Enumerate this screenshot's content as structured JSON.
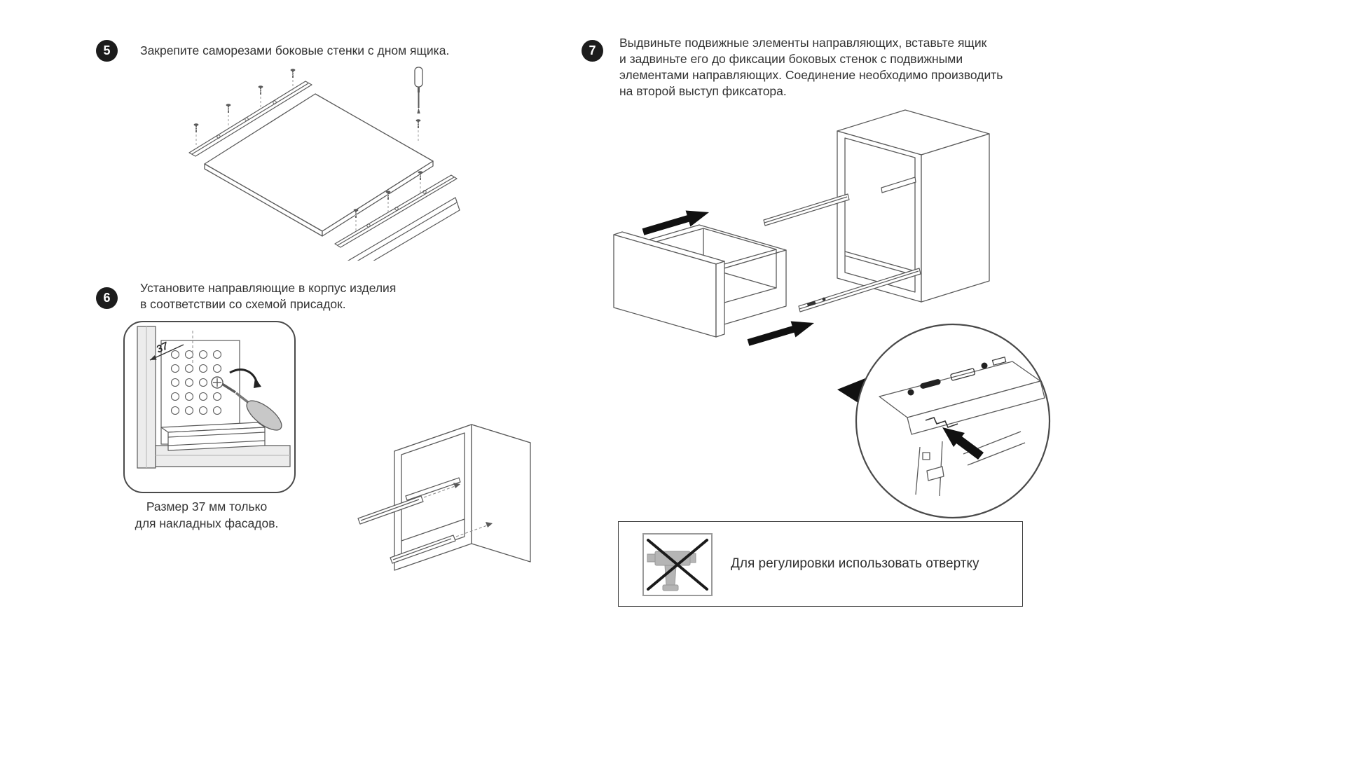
{
  "page": {
    "background": "#ffffff",
    "line_color": "#5a5a5a",
    "text_color": "#333333",
    "badge_color": "#1c1c1c"
  },
  "steps": {
    "step5": {
      "number": "5",
      "text": "Закрепите саморезами боковые стенки с дном ящика."
    },
    "step6": {
      "number": "6",
      "lines": [
        "Установите направляющие в корпус изделия",
        "в соответствии со схемой присадок."
      ],
      "dimension_label": "37",
      "caption_lines": [
        "Размер 37 мм только",
        "для накладных фасадов."
      ]
    },
    "step7": {
      "number": "7",
      "lines": [
        "Выдвиньте подвижные элементы направляющих, вставьте ящик",
        "и задвиньте его до фиксации боковых  стенок с подвижными",
        "элементами направляющих.  Соединение необходимо производить",
        "на второй  выступ фиксатора."
      ]
    }
  },
  "note": {
    "text": "Для регулировки использовать отвертку"
  }
}
